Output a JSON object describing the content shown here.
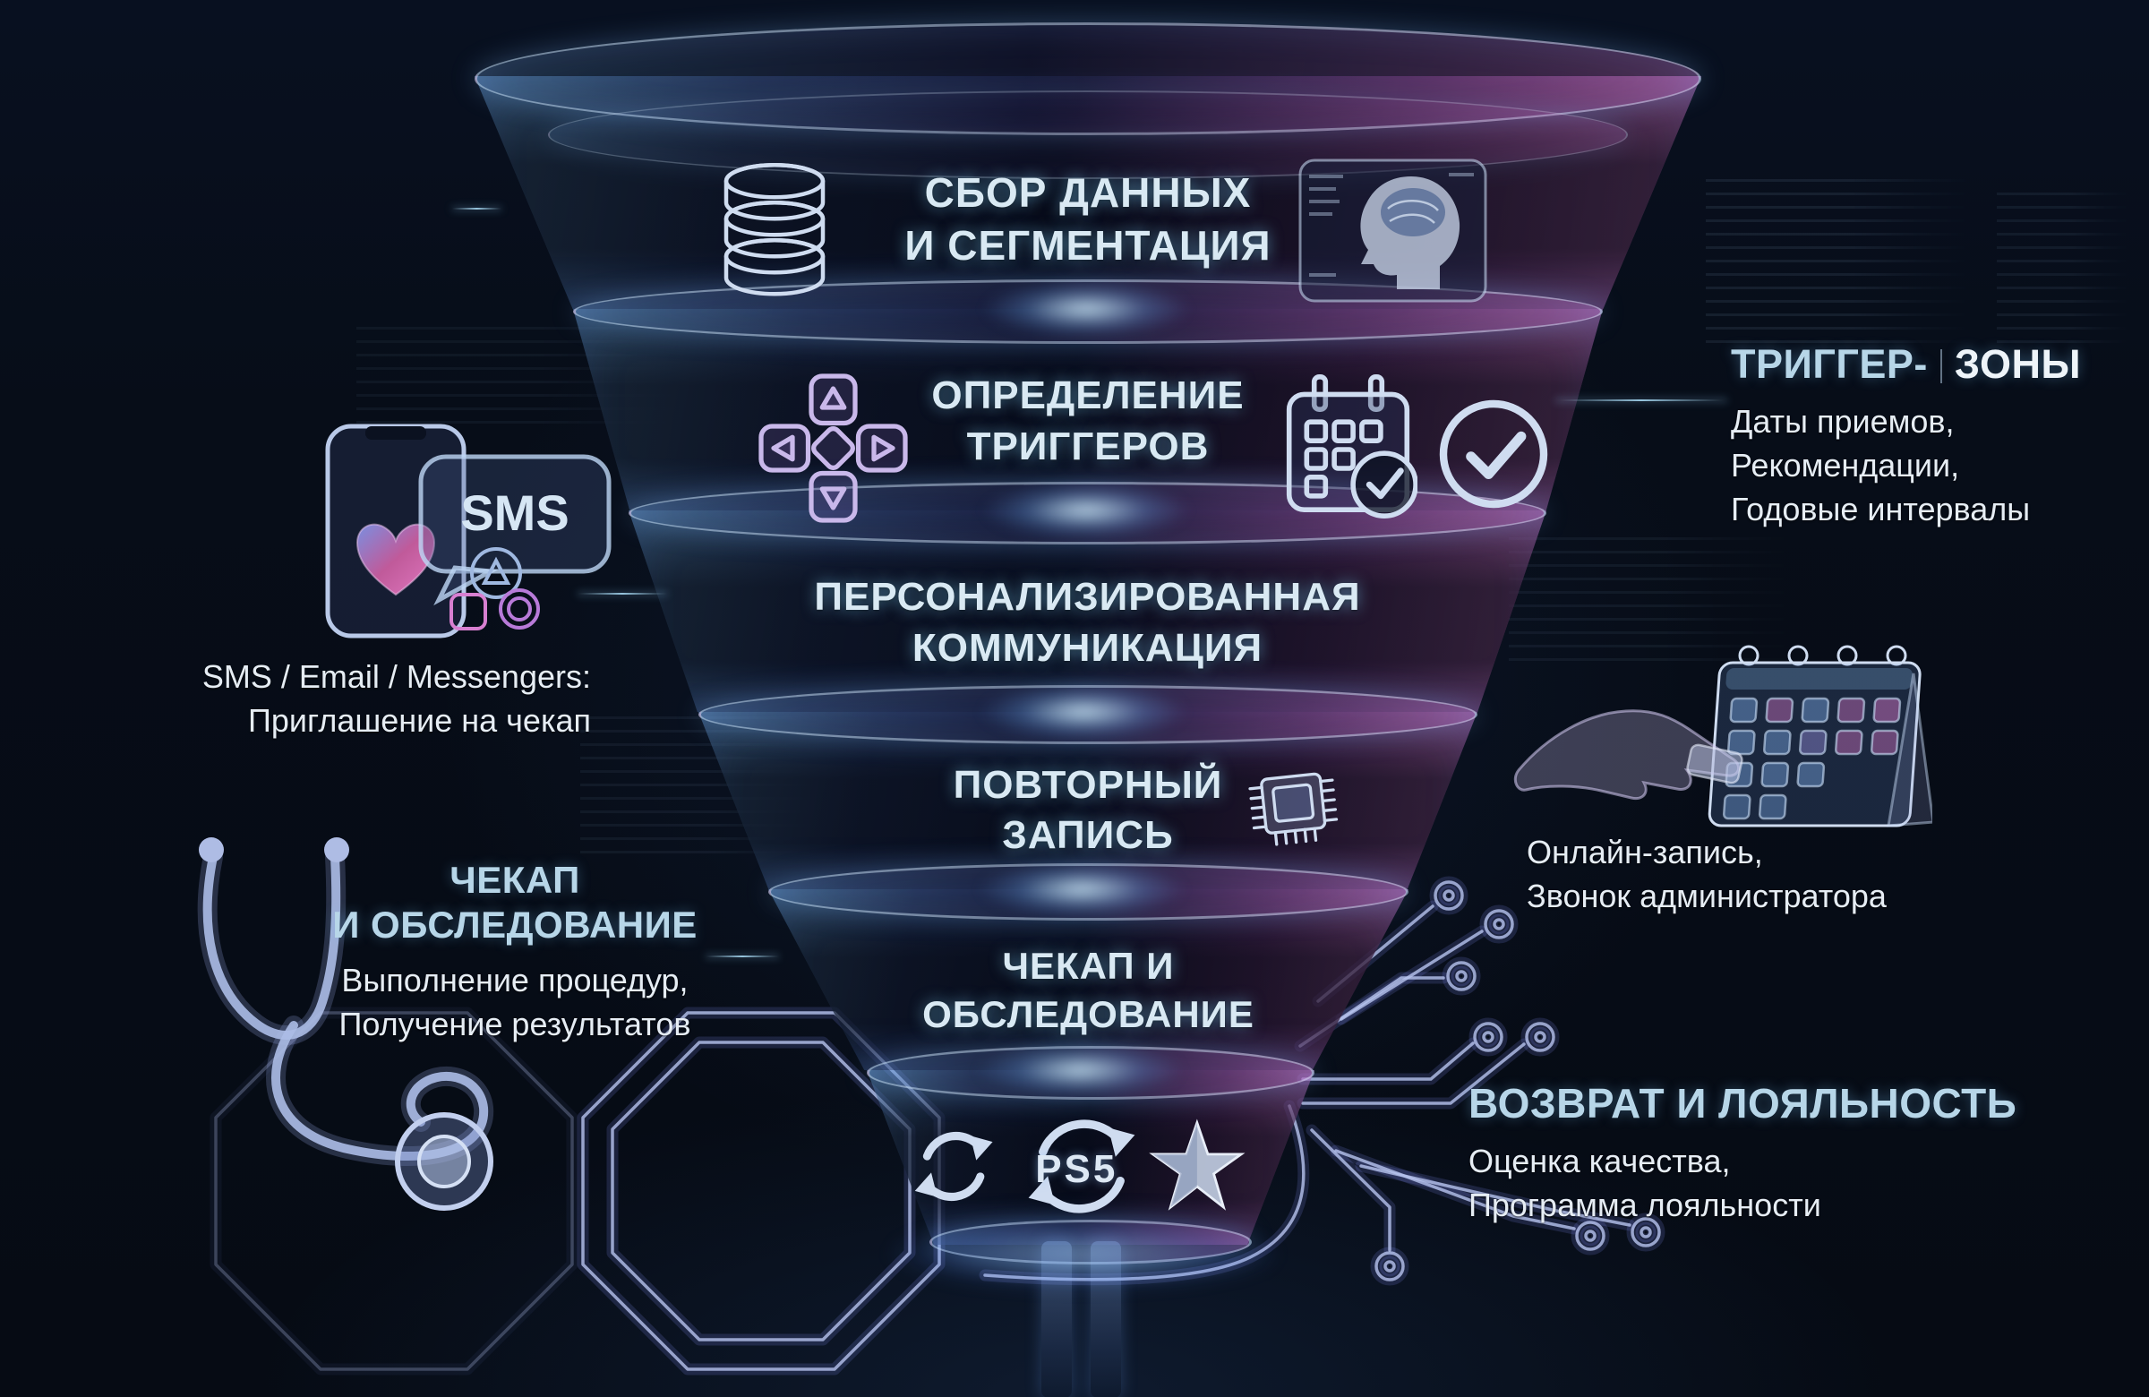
{
  "colors": {
    "background": "#070d18",
    "accent_cyan": "#9fd4f0",
    "accent_pink": "#e07ac8",
    "accent_violet": "#8f7bd8",
    "text_primary": "#e8f0f7",
    "text_title": "#b7d6e8"
  },
  "funnel": {
    "tiers": [
      {
        "id": "data-collection",
        "lines": [
          "СБОР ДАННЫХ",
          "И СЕГМЕНТАЦИЯ"
        ]
      },
      {
        "id": "trigger-definition",
        "lines": [
          "ОПРЕДЕЛЕНИЕ",
          "ТРИГГЕРОВ"
        ]
      },
      {
        "id": "personalized-communication",
        "lines": [
          "ПЕРСОНАЛИЗИРОВАННАЯ",
          "КОММУНИКАЦИЯ"
        ]
      },
      {
        "id": "repeat-booking",
        "lines": [
          "ПОВТОРНЫЙ",
          "ЗАПИСЬ"
        ]
      },
      {
        "id": "checkup-exam",
        "lines": [
          "ЧЕКАП И",
          "ОБСЛЕДОВАНИЕ"
        ]
      }
    ],
    "bottom_icons": {
      "ps5_label": "PS5"
    }
  },
  "annotations": {
    "trigger_zones": {
      "title_accent": "ТРИГГЕР-",
      "title_rest": "ЗОНЫ",
      "lines": [
        "Даты приемов,",
        "Рекомендации,",
        "Годовые интервалы"
      ]
    },
    "sms_invite": {
      "lines": [
        "SMS / Email / Messengers:",
        "Приглашение на чекап"
      ]
    },
    "checkup_exam": {
      "title_lines": [
        "ЧЕКАП",
        "И ОБСЛЕДОВАНИЕ"
      ],
      "lines": [
        "Выполнение процедур,",
        "Получение результатов"
      ]
    },
    "online_booking": {
      "lines": [
        "Онлайн-запись,",
        "Звонок администратора"
      ]
    },
    "return_loyalty": {
      "title": "ВОЗВРАТ И ЛОЯЛЬНОСТЬ",
      "lines": [
        "Оценка качества,",
        "Программа лояльности"
      ]
    }
  },
  "icons": {
    "sms_bubble_label": "SMS"
  }
}
